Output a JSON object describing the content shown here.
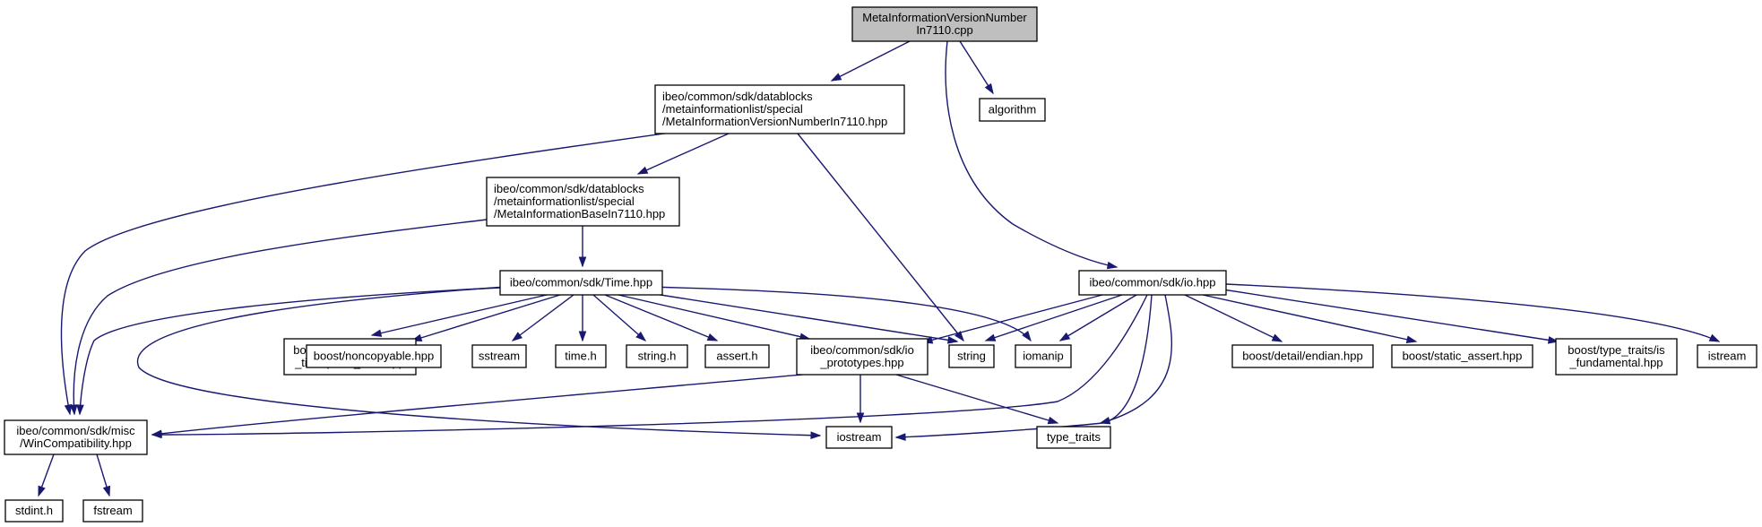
{
  "diagram": {
    "type": "include-dependency-graph",
    "colors": {
      "edge": "#191970",
      "root_fill": "#bfbfbf",
      "node_border": "#000000",
      "external_border": "#bfbfbf"
    },
    "nodes": [
      {
        "id": "root",
        "kind": "root",
        "lines": [
          "MetaInformationVersionNumber",
          "In7110.cpp"
        ]
      },
      {
        "id": "vn_hpp",
        "kind": "internal",
        "lines": [
          "ibeo/common/sdk/datablocks",
          "/metainformationlist/special",
          "/MetaInformationVersionNumberIn7110.hpp"
        ]
      },
      {
        "id": "algorithm",
        "kind": "external",
        "lines": [
          "algorithm"
        ]
      },
      {
        "id": "base_hpp",
        "kind": "internal",
        "lines": [
          "ibeo/common/sdk/datablocks",
          "/metainformationlist/special",
          "/MetaInformationBaseIn7110.hpp"
        ]
      },
      {
        "id": "time_hpp",
        "kind": "internal",
        "lines": [
          "ibeo/common/sdk/Time.hpp"
        ]
      },
      {
        "id": "io_hpp",
        "kind": "internal",
        "lines": [
          "ibeo/common/sdk/io.hpp"
        ]
      },
      {
        "id": "posix",
        "kind": "external",
        "lines": [
          "boost/date_time/posix",
          "_time/posix_time.hpp"
        ]
      },
      {
        "id": "noncopyable",
        "kind": "external",
        "lines": [
          "boost/noncopyable.hpp"
        ]
      },
      {
        "id": "sstream",
        "kind": "external",
        "lines": [
          "sstream"
        ]
      },
      {
        "id": "time_h",
        "kind": "external",
        "lines": [
          "time.h"
        ]
      },
      {
        "id": "string_h",
        "kind": "external",
        "lines": [
          "string.h"
        ]
      },
      {
        "id": "assert_h",
        "kind": "external",
        "lines": [
          "assert.h"
        ]
      },
      {
        "id": "io_proto",
        "kind": "internal",
        "lines": [
          "ibeo/common/sdk/io",
          "_prototypes.hpp"
        ]
      },
      {
        "id": "string",
        "kind": "external",
        "lines": [
          "string"
        ]
      },
      {
        "id": "iomanip",
        "kind": "external",
        "lines": [
          "iomanip"
        ]
      },
      {
        "id": "endian",
        "kind": "external",
        "lines": [
          "boost/detail/endian.hpp"
        ]
      },
      {
        "id": "static_assert",
        "kind": "external",
        "lines": [
          "boost/static_assert.hpp"
        ]
      },
      {
        "id": "is_fund",
        "kind": "external",
        "lines": [
          "boost/type_traits/is",
          "_fundamental.hpp"
        ]
      },
      {
        "id": "istream",
        "kind": "external",
        "lines": [
          "istream"
        ]
      },
      {
        "id": "wincompat",
        "kind": "internal",
        "lines": [
          "ibeo/common/sdk/misc",
          "/WinCompatibility.hpp"
        ]
      },
      {
        "id": "iostream",
        "kind": "external",
        "lines": [
          "iostream"
        ]
      },
      {
        "id": "type_traits",
        "kind": "external",
        "lines": [
          "type_traits"
        ]
      },
      {
        "id": "stdint",
        "kind": "external",
        "lines": [
          "stdint.h"
        ]
      },
      {
        "id": "fstream",
        "kind": "external",
        "lines": [
          "fstream"
        ]
      }
    ],
    "edges": [
      {
        "from": "root",
        "to": "vn_hpp"
      },
      {
        "from": "root",
        "to": "algorithm"
      },
      {
        "from": "root",
        "to": "io_hpp"
      },
      {
        "from": "vn_hpp",
        "to": "wincompat"
      },
      {
        "from": "vn_hpp",
        "to": "base_hpp"
      },
      {
        "from": "vn_hpp",
        "to": "string"
      },
      {
        "from": "base_hpp",
        "to": "wincompat"
      },
      {
        "from": "base_hpp",
        "to": "time_hpp"
      },
      {
        "from": "time_hpp",
        "to": "wincompat"
      },
      {
        "from": "time_hpp",
        "to": "posix"
      },
      {
        "from": "time_hpp",
        "to": "noncopyable"
      },
      {
        "from": "time_hpp",
        "to": "sstream"
      },
      {
        "from": "time_hpp",
        "to": "time_h"
      },
      {
        "from": "time_hpp",
        "to": "string_h"
      },
      {
        "from": "time_hpp",
        "to": "assert_h"
      },
      {
        "from": "time_hpp",
        "to": "io_proto"
      },
      {
        "from": "time_hpp",
        "to": "string"
      },
      {
        "from": "time_hpp",
        "to": "iomanip"
      },
      {
        "from": "time_hpp",
        "to": "iostream"
      },
      {
        "from": "io_hpp",
        "to": "io_proto"
      },
      {
        "from": "io_hpp",
        "to": "string"
      },
      {
        "from": "io_hpp",
        "to": "iomanip"
      },
      {
        "from": "io_hpp",
        "to": "wincompat"
      },
      {
        "from": "io_hpp",
        "to": "iostream"
      },
      {
        "from": "io_hpp",
        "to": "type_traits"
      },
      {
        "from": "io_hpp",
        "to": "endian"
      },
      {
        "from": "io_hpp",
        "to": "static_assert"
      },
      {
        "from": "io_hpp",
        "to": "is_fund"
      },
      {
        "from": "io_hpp",
        "to": "istream"
      },
      {
        "from": "io_proto",
        "to": "wincompat"
      },
      {
        "from": "io_proto",
        "to": "iostream"
      },
      {
        "from": "io_proto",
        "to": "type_traits"
      },
      {
        "from": "wincompat",
        "to": "stdint"
      },
      {
        "from": "wincompat",
        "to": "fstream"
      }
    ]
  }
}
